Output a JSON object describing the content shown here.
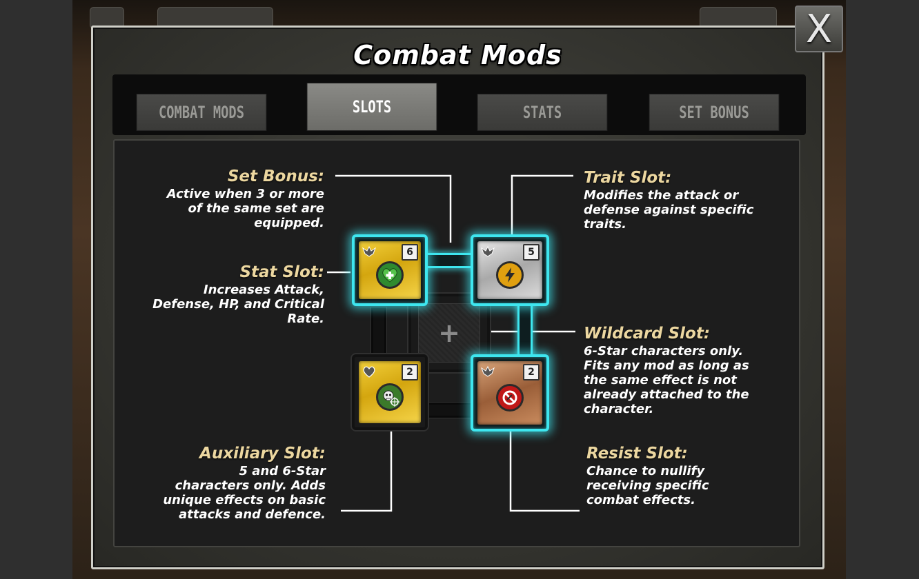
{
  "modal": {
    "title": "Combat Mods",
    "close_label": "X"
  },
  "tabs": [
    {
      "label": "COMBAT MODS",
      "active": false
    },
    {
      "label": "SLOTS",
      "active": true
    },
    {
      "label": "STATS",
      "active": false
    },
    {
      "label": "SET BONUS",
      "active": false
    }
  ],
  "callouts": {
    "set_bonus": {
      "title": "Set Bonus:",
      "lines": [
        "Active when 3 or more",
        "of the same set are",
        "equipped."
      ]
    },
    "stat_slot": {
      "title": "Stat Slot:",
      "lines": [
        "Increases Attack,",
        "Defense, HP, and Critical",
        "Rate."
      ]
    },
    "auxiliary_slot": {
      "title": "Auxiliary Slot:",
      "lines": [
        "5 and 6-Star",
        "characters only. Adds",
        "unique effects on basic",
        "attacks and defence."
      ]
    },
    "trait_slot": {
      "title": "Trait Slot:",
      "lines": [
        "Modifies the attack or",
        "defense against specific",
        "traits."
      ]
    },
    "wildcard_slot": {
      "title": "Wildcard Slot:",
      "lines": [
        "6-Star characters only.",
        "Fits any mod as long as",
        "the same effect is not",
        "already attached to the",
        "character."
      ]
    },
    "resist_slot": {
      "title": "Resist Slot:",
      "lines": [
        "Chance to nullify",
        "receiving specific",
        "combat effects."
      ]
    }
  },
  "slots": {
    "stat": {
      "tier": "6",
      "finish": "gold",
      "icon": "heart-plus-icon",
      "color": "#2f8a2f"
    },
    "trait": {
      "tier": "5",
      "finish": "silver",
      "icon": "lightning-icon",
      "color": "#e0a010"
    },
    "auxiliary": {
      "tier": "2",
      "finish": "gold",
      "icon": "skull-target-icon",
      "color": "#3b7a2a"
    },
    "resist": {
      "tier": "2",
      "finish": "bronze",
      "icon": "no-symbol-icon",
      "color": "#c01818"
    },
    "wildcard": {
      "symbol": "+"
    }
  },
  "colors": {
    "glow": "#3ee6ef",
    "callout_title": "#ecd7a0"
  }
}
